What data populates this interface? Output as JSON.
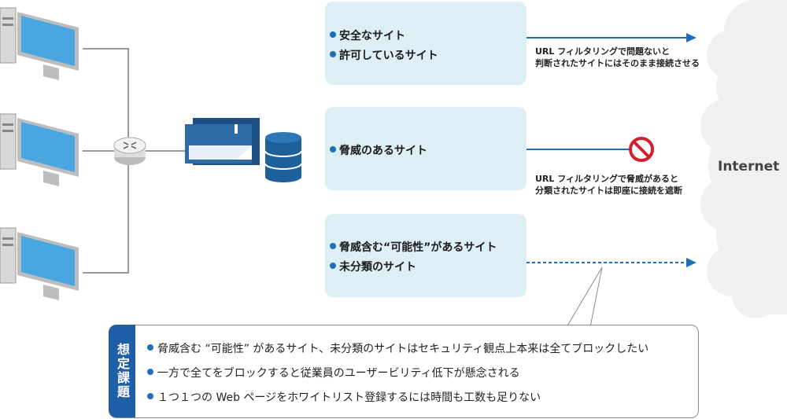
{
  "boxes": [
    {
      "items": [
        "安全なサイト",
        "許可しているサイト"
      ]
    },
    {
      "items": [
        "脅威のあるサイト"
      ]
    },
    {
      "items": [
        "脅威含む“可能性”があるサイト",
        "未分類のサイト"
      ]
    }
  ],
  "notes": {
    "allow": [
      "URL フィルタリングで問題ないと",
      "判断されたサイトにはそのまま接続させる"
    ],
    "block": [
      "URL フィルタリングで脅威があると",
      "分類されたサイトは即座に接続を遮断"
    ]
  },
  "internet_label": "Internet",
  "issues": {
    "tag": "想定課題",
    "items": [
      "脅威含む “可能性” があるサイト、未分類のサイトはセキュリティ観点上本来は全てブロックしたい",
      "一方で全てをブロックすると従業員のユーザービリティ低下が懸念される",
      "１つ１つの Web ページをホワイトリスト登録するには時間も工数も足りない"
    ]
  },
  "colors": {
    "accent": "#1f6fb8",
    "box_bg": "#deeef5",
    "block": "#d3202a",
    "tag_bg": "#1f5fa8"
  },
  "icons": [
    "computer-icon",
    "router-icon",
    "firewall-appliance-icon",
    "database-icon",
    "no-entry-icon",
    "cloud-icon",
    "arrow-right-icon"
  ]
}
